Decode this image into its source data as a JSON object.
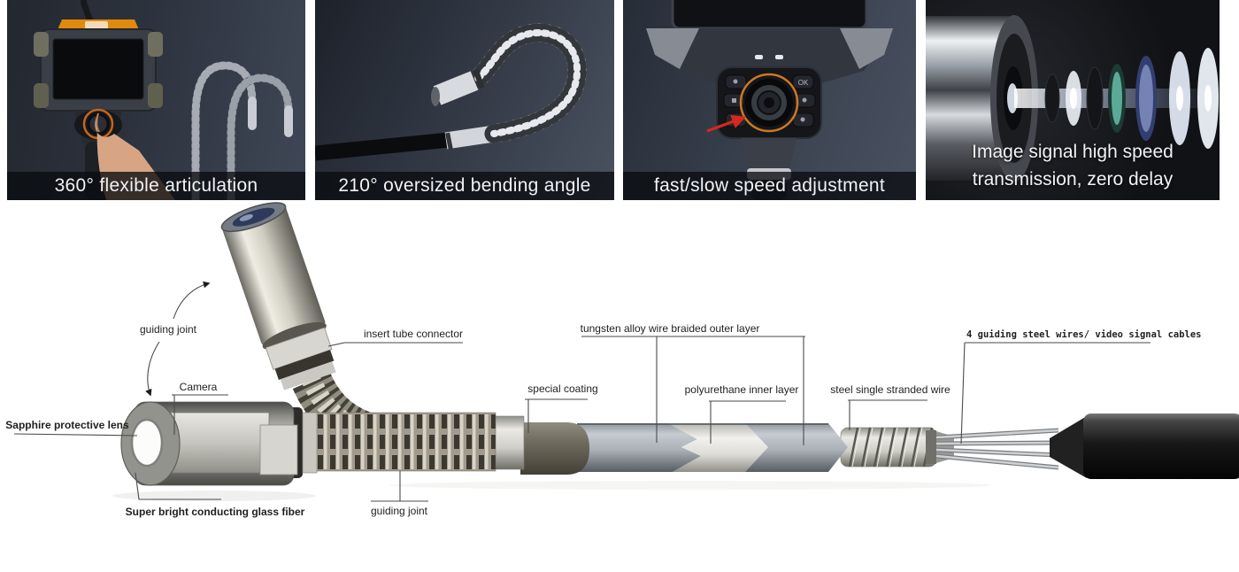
{
  "features": [
    {
      "caption": "360° flexible articulation"
    },
    {
      "caption": "210° oversized bending angle"
    },
    {
      "caption": "fast/slow speed adjustment",
      "ok_button": "OK"
    },
    {
      "caption_line1": "Image signal high speed",
      "caption_line2": "transmission, zero delay"
    }
  ],
  "diagram": {
    "labels": {
      "guiding_joint_top": "guiding joint",
      "camera": "Camera",
      "sapphire_lens": "Sapphire protective lens",
      "glass_fiber": "Super bright conducting glass fiber",
      "insert_tube_connector": "insert tube connector",
      "guiding_joint_bottom": "guiding joint",
      "special_coating": "special coating",
      "tungsten_layer": "tungsten alloy wire braided outer layer",
      "polyurethane_layer": "polyurethane inner layer",
      "steel_wire": "steel single stranded wire",
      "guiding_wires": "4 guiding steel wires/ video signal cables"
    }
  },
  "colors": {
    "background": "#ffffff",
    "accent_orange": "#e0890f",
    "joystick_ring_orange": "#cf7722",
    "arrow_red": "#d6281e",
    "caption_bar": "rgba(9,11,15,0.78)",
    "caption_text": "#f0f2f4",
    "label_text": "#1f1f1f"
  }
}
